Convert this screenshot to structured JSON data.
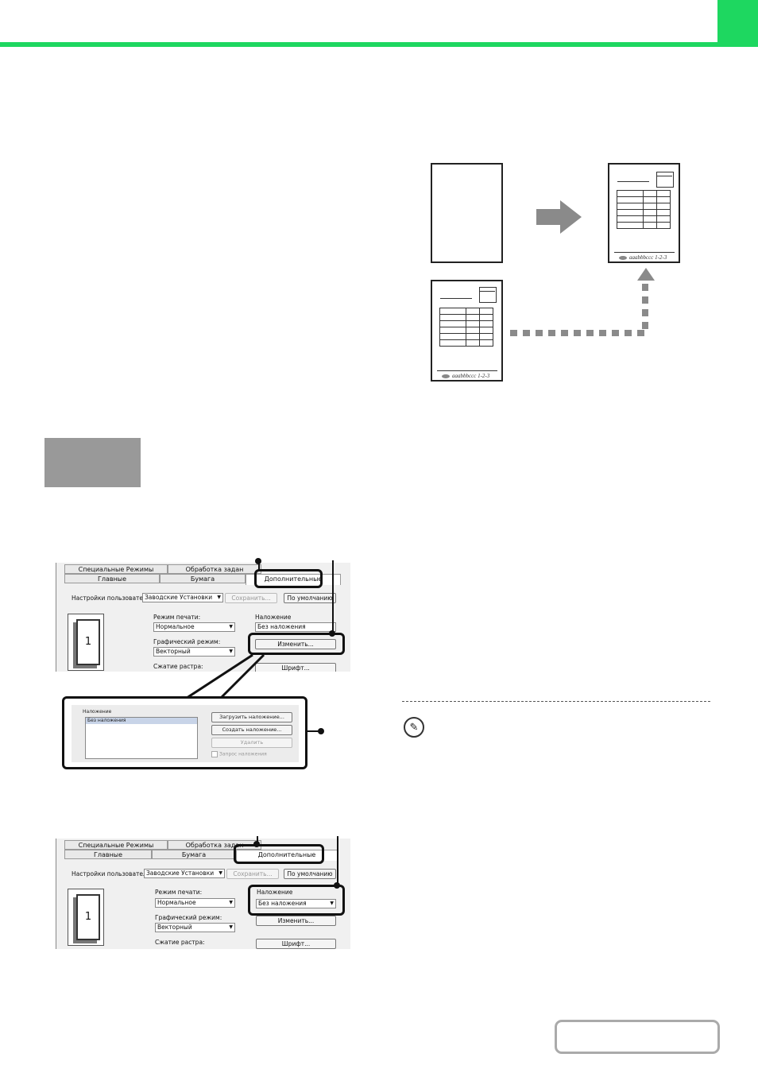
{
  "page": {
    "accent": "#1ed760"
  },
  "diagram": {
    "footer_text": "aaabbbccc 1-2-3",
    "footer_text_2": "aaabbbccc 1-2-3",
    "arrow_icon": "right-arrow-icon",
    "dotted_arrow_icon": "dotted-up-arrow-icon"
  },
  "dialog1": {
    "tabs": {
      "special": "Специальные Режимы",
      "jobs": "Обработка задан",
      "main": "Главные",
      "paper": "Бумага",
      "advanced": "Дополнительные"
    },
    "user_settings_label": "Настройки пользователя:",
    "user_settings_value": "Заводские Установки",
    "save_label": "Сохранить...",
    "default_label": "По умолчанию",
    "preview_page": "1",
    "print_mode_label": "Режим печати:",
    "print_mode_value": "Нормальное",
    "graphics_mode_label": "Графический режим:",
    "graphics_mode_value": "Векторный",
    "raster_label": "Сжатие растра:",
    "overlay_label": "Наложение",
    "overlay_value": "Без наложения",
    "change_label": "Изменить...",
    "font_label": "Шрифт..."
  },
  "zoom": {
    "overlay_label": "Наложение",
    "list_item": "Без наложения",
    "load_label": "Загрузить наложение...",
    "create_label": "Создать наложение...",
    "delete_label": "Удалить",
    "request_label": "Запрос наложения"
  },
  "dialog2": {
    "tabs": {
      "special": "Специальные Режимы",
      "jobs": "Обработка задан",
      "main": "Главные",
      "paper": "Бумага",
      "advanced": "Дополнительные"
    },
    "user_settings_label": "Настройки пользователя:",
    "user_settings_value": "Заводские Установки",
    "save_label": "Сохранить...",
    "default_label": "По умолчанию",
    "preview_page": "1",
    "print_mode_label": "Режим печати:",
    "print_mode_value": "Нормальное",
    "graphics_mode_label": "Графический режим:",
    "graphics_mode_value": "Векторный",
    "raster_label": "Сжатие растра:",
    "overlay_label": "Наложение",
    "overlay_value": "Без наложения",
    "change_label": "Изменить...",
    "font_label": "Шрифт..."
  },
  "note": {
    "icon": "pencil-icon",
    "glyph": "✎"
  }
}
